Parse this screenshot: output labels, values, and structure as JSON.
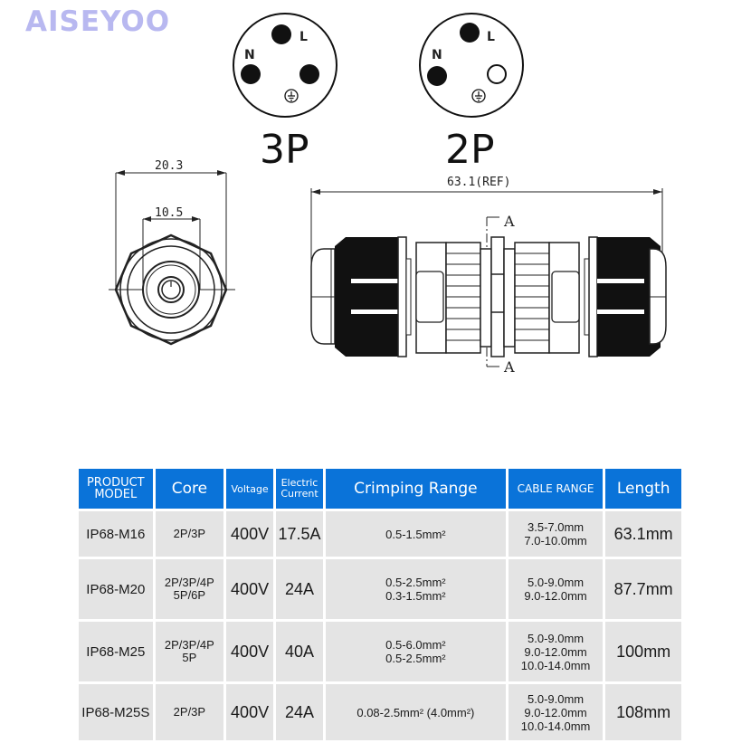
{
  "brand": {
    "name": "AISEYOO",
    "color": "#b8b8f0"
  },
  "pin_diagrams": [
    {
      "label": "3P",
      "pins": [
        {
          "name": "L",
          "filled": true
        },
        {
          "name": "N",
          "filled": true
        },
        {
          "name": "earth",
          "filled": true
        }
      ],
      "earth_symbol": "ground-icon"
    },
    {
      "label": "2P",
      "pins": [
        {
          "name": "L",
          "filled": true
        },
        {
          "name": "N",
          "filled": true
        },
        {
          "name": "empty",
          "filled": false
        }
      ],
      "earth_symbol": "ground-icon"
    }
  ],
  "pin_letters": {
    "L": "L",
    "N": "N"
  },
  "drawing": {
    "end_view": {
      "outer_dim": "20.3",
      "inner_dim": "10.5"
    },
    "side_view": {
      "length_dim": "63.1(REF)",
      "section_top": "A",
      "section_bottom": "A"
    }
  },
  "table": {
    "header_color": "#0a73d9",
    "headers": {
      "model_line1": "PRODUCT",
      "model_line2": "MODEL",
      "core": "Core",
      "voltage": "Voltage",
      "current_line1": "Electric",
      "current_line2": "Current",
      "crimping": "Crimping Range",
      "cable": "CABLE RANGE",
      "length": "Length"
    },
    "rows": [
      {
        "model": "IP68-M16",
        "core": [
          "2P/3P"
        ],
        "voltage": "400V",
        "current": "17.5A",
        "crimping": [
          "0.5-1.5mm²"
        ],
        "cable": [
          "3.5-7.0mm",
          "7.0-10.0mm"
        ],
        "length": "63.1mm"
      },
      {
        "model": "IP68-M20",
        "core": [
          "2P/3P/4P",
          "5P/6P"
        ],
        "voltage": "400V",
        "current": "24A",
        "crimping": [
          "0.5-2.5mm²",
          "0.3-1.5mm²"
        ],
        "cable": [
          "5.0-9.0mm",
          "9.0-12.0mm"
        ],
        "length": "87.7mm"
      },
      {
        "model": "IP68-M25",
        "core": [
          "2P/3P/4P",
          "5P"
        ],
        "voltage": "400V",
        "current": "40A",
        "crimping": [
          "0.5-6.0mm²",
          "0.5-2.5mm²"
        ],
        "cable": [
          "5.0-9.0mm",
          "9.0-12.0mm",
          "10.0-14.0mm"
        ],
        "length": "100mm"
      },
      {
        "model": "IP68-M25S",
        "core": [
          "2P/3P"
        ],
        "voltage": "400V",
        "current": "24A",
        "crimping": [
          "0.08-2.5mm² (4.0mm²)"
        ],
        "cable": [
          "5.0-9.0mm",
          "9.0-12.0mm",
          "10.0-14.0mm"
        ],
        "length": "108mm"
      }
    ]
  }
}
